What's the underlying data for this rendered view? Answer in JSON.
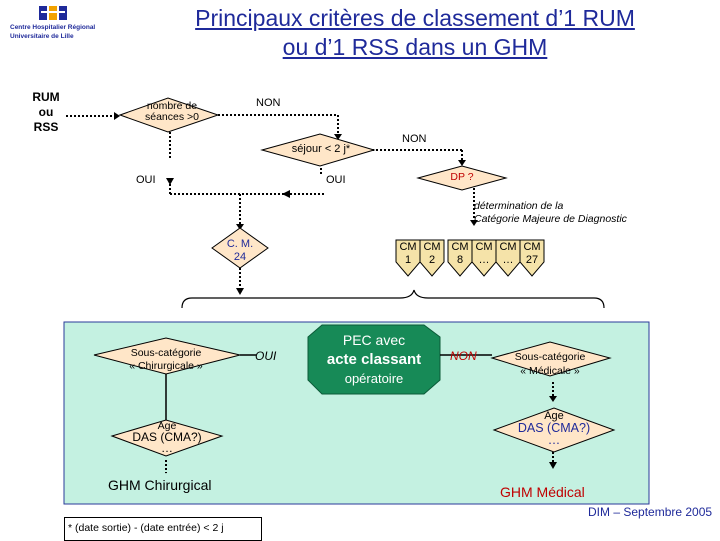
{
  "title_line1": "Principaux critères de classement d’1 RUM",
  "title_line2": "ou d’1 RSS dans un GHM",
  "logo": {
    "line1": "Centre Hospitalier Régional",
    "line2": "Universitaire de Lille"
  },
  "rum_label": [
    "RUM",
    "ou",
    "RSS"
  ],
  "seances": [
    "nombre de",
    "séances >0"
  ],
  "non1": "NON",
  "sejour": "séjour < 2 j*",
  "non2": "NON",
  "oui_left": "OUI",
  "oui_mid": "OUI",
  "dp": "DP ?",
  "determination": [
    "détermination de la",
    "Catégorie Majeure de Diagnostic"
  ],
  "cm24": [
    "C. M.",
    "24"
  ],
  "cm_top": [
    "CM",
    "CM",
    "CM",
    "CM",
    "CM",
    "CM"
  ],
  "cm_bottom": [
    "1",
    "2",
    "8",
    "…",
    "…",
    "27"
  ],
  "sous_cat_chir": [
    "Sous-catégorie",
    "« Chirurgicale »"
  ],
  "oui_pec": "OUI",
  "pec": [
    "PEC avec",
    "acte classant",
    "opératoire"
  ],
  "non_pec": "NON",
  "sous_cat_med": [
    "Sous-catégorie",
    "« Médicale »"
  ],
  "age_das_left": [
    "Age",
    "DAS (CMA?)",
    "…"
  ],
  "age_das_right": [
    "Age",
    "DAS (CMA?)",
    "…"
  ],
  "ghm_chir": "GHM Chirurgical",
  "ghm_med": "GHM Médical",
  "footnote": "* (date sortie) - (date entrée) < 2 j",
  "date": "DIM – Septembre 2005",
  "colors": {
    "title": "#1f2a9a",
    "panel": "#c4f1e1",
    "panel_border": "#2a3a99",
    "diamond": "#ffe6c8",
    "cm_shape": "#f5e3a9",
    "pec_fill": "#178a57",
    "ghm_med": "#c00000"
  }
}
